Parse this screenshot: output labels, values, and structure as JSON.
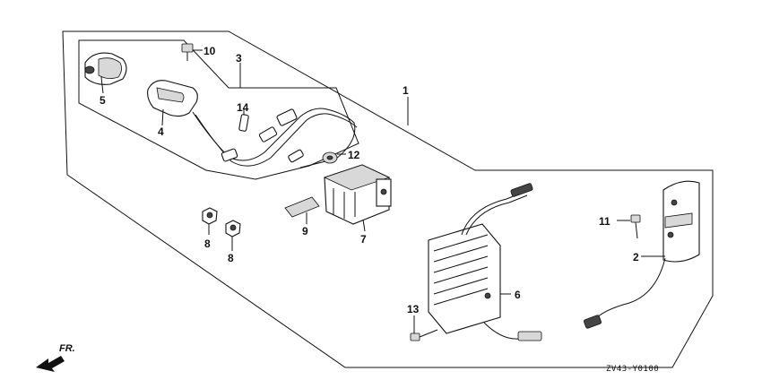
{
  "diagram": {
    "callouts": {
      "c1": "1",
      "c2": "2",
      "c3": "3",
      "c4": "4",
      "c5": "5",
      "c6": "6",
      "c7": "7",
      "c8a": "8",
      "c8b": "8",
      "c9": "9",
      "c10": "10",
      "c11": "11",
      "c12": "12",
      "c13": "13",
      "c14": "14"
    },
    "diagram_code": "ZV43-Y0100",
    "front_indicator": "FR."
  }
}
